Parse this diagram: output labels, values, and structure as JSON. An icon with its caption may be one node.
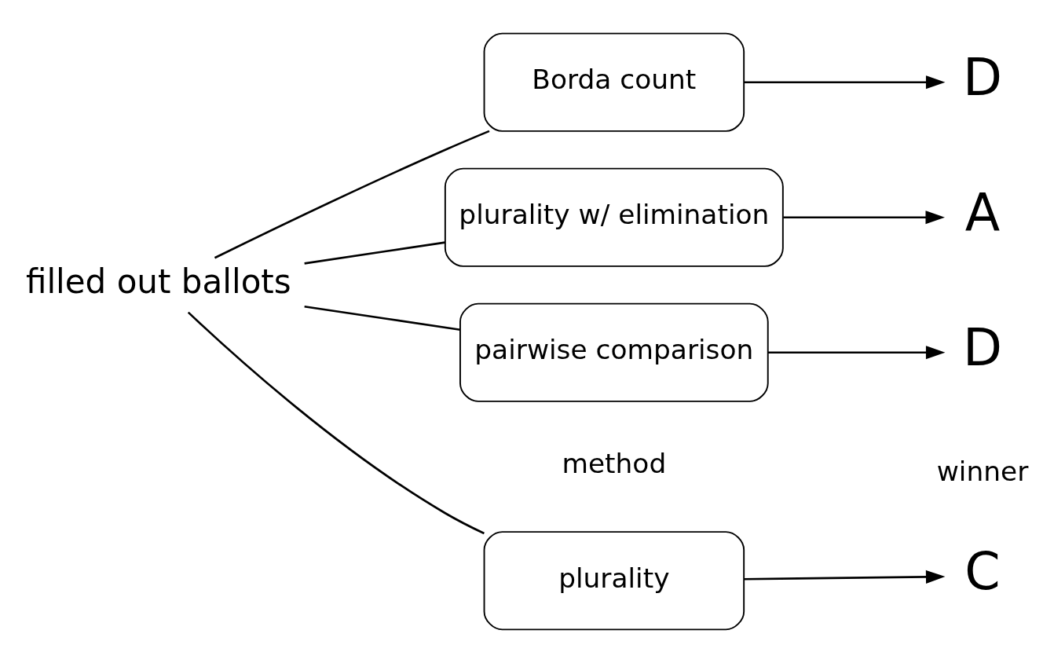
{
  "diagram": {
    "nodes": [
      {
        "text": [
          "filled out ballots"
        ]
      },
      {
        "text": [
          "plurality"
        ]
      },
      {
        "text": [
          "Borda count"
        ]
      },
      {
        "text": [
          "plurality w/ elimination"
        ]
      },
      {
        "text": [
          "pairwise comparison"
        ]
      },
      {
        "text": [
          "C"
        ]
      },
      {
        "text": [
          "D"
        ]
      },
      {
        "text": [
          "A"
        ]
      },
      {
        "text": [
          "D"
        ]
      }
    ],
    "edges": [
      {
        "from": 0,
        "to": 1,
        "arrow": "none"
      },
      {
        "from": 0,
        "to": 2,
        "arrow": "none"
      },
      {
        "from": 0,
        "to": 3,
        "arrow": "none"
      },
      {
        "from": 0,
        "to": 4,
        "arrow": "none"
      },
      {
        "from": 1,
        "to": 5,
        "arrow": "to"
      },
      {
        "from": 2,
        "to": 6,
        "arrow": "to"
      },
      {
        "from": 3,
        "to": 7,
        "arrow": "to"
      },
      {
        "from": 4,
        "to": 8,
        "arrow": "to"
      }
    ],
    "labels": [
      "method",
      "winner"
    ]
  }
}
